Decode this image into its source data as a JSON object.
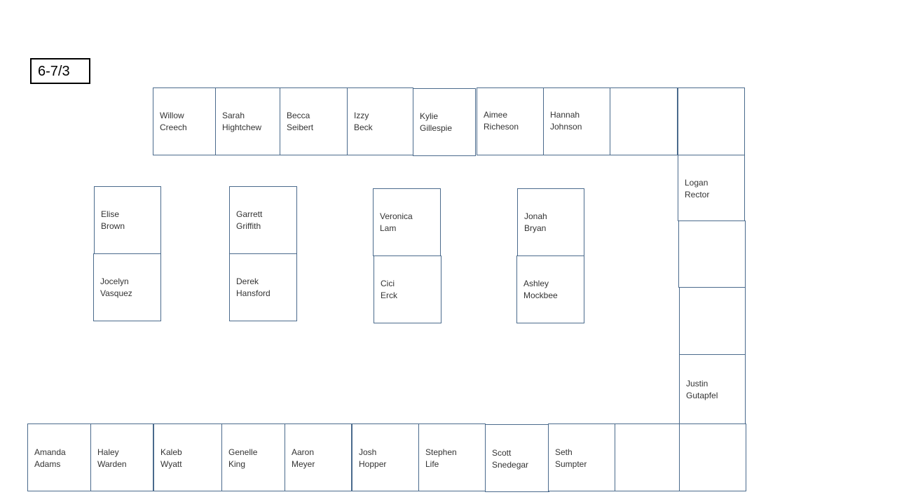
{
  "title": "6-7/3",
  "seats": [
    {
      "id": "top-1",
      "name": "Willow\nCreech"
    },
    {
      "id": "top-2",
      "name": "Sarah\nHightchew"
    },
    {
      "id": "top-3",
      "name": "Becca\nSeibert"
    },
    {
      "id": "top-4",
      "name": "Izzy\nBeck"
    },
    {
      "id": "top-5",
      "name": "Kylie\nGillespie"
    },
    {
      "id": "top-6",
      "name": "Aimee\nRicheson"
    },
    {
      "id": "top-7",
      "name": "Hannah\nJohnson"
    },
    {
      "id": "top-8",
      "name": ""
    },
    {
      "id": "top-9",
      "name": ""
    },
    {
      "id": "right-1",
      "name": "Logan\nRector"
    },
    {
      "id": "right-2",
      "name": ""
    },
    {
      "id": "right-3",
      "name": ""
    },
    {
      "id": "right-4",
      "name": "Justin\nGutapfel"
    },
    {
      "id": "group1-front",
      "name": "Elise\nBrown"
    },
    {
      "id": "group1-back",
      "name": "Jocelyn\nVasquez"
    },
    {
      "id": "group2-front",
      "name": "Garrett\nGriffith"
    },
    {
      "id": "group2-back",
      "name": "Derek\nHansford"
    },
    {
      "id": "group3-front",
      "name": "Veronica\nLam"
    },
    {
      "id": "group3-back",
      "name": "Cici\nErck"
    },
    {
      "id": "group4-front",
      "name": "Jonah\nBryan"
    },
    {
      "id": "group4-back",
      "name": "Ashley\nMockbee"
    },
    {
      "id": "bottom-1",
      "name": "Amanda\nAdams"
    },
    {
      "id": "bottom-2",
      "name": "Haley\nWarden"
    },
    {
      "id": "bottom-3",
      "name": "Kaleb\nWyatt"
    },
    {
      "id": "bottom-4",
      "name": "Genelle\nKing"
    },
    {
      "id": "bottom-5",
      "name": "Aaron\nMeyer"
    },
    {
      "id": "bottom-6",
      "name": "Josh\nHopper"
    },
    {
      "id": "bottom-7",
      "name": "Stephen\nLife"
    },
    {
      "id": "bottom-8",
      "name": "Scott\nSnedegar"
    },
    {
      "id": "bottom-9",
      "name": "Seth\nSumpter"
    },
    {
      "id": "bottom-10",
      "name": ""
    },
    {
      "id": "bottom-11",
      "name": ""
    }
  ]
}
